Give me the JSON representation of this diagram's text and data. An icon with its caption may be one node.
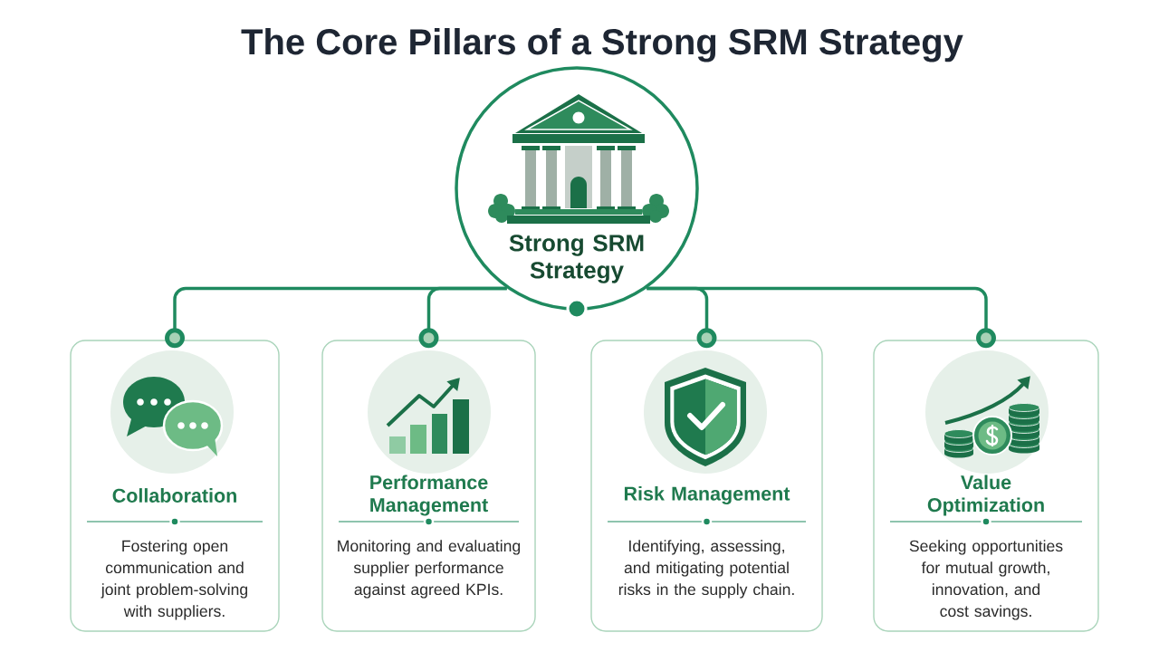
{
  "diagram": {
    "title": "The Core Pillars of a Strong SRM Strategy",
    "nodes": [
      {
        "text": [
          "Strong SRM Strategy"
        ]
      },
      {
        "text": [
          "Collaboration",
          "Fostering open communication and joint problem-solving with suppliers."
        ]
      },
      {
        "text": [
          "Performance Management",
          "Monitoring and evaluating supplier performance against agreed KPIs."
        ]
      },
      {
        "text": [
          "Risk Management",
          "Identifying, assessing, and mitigating potential risks in the supply chain."
        ]
      },
      {
        "text": [
          "Value Optimization",
          "Seeking opportunities for mutual growth, innovation, and cost savings."
        ]
      }
    ],
    "edges": [
      {
        "from": 0,
        "to": 1,
        "arrow": "other"
      },
      {
        "from": 0,
        "to": 2,
        "arrow": "other"
      },
      {
        "from": 0,
        "to": 3,
        "arrow": "other"
      },
      {
        "from": 0,
        "to": 4,
        "arrow": "other"
      }
    ]
  }
}
